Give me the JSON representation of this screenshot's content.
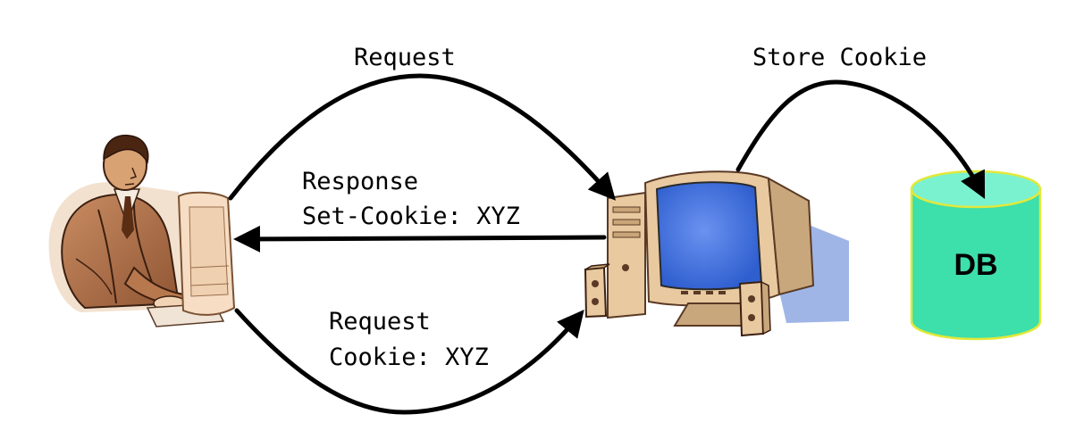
{
  "labels": {
    "request_top": "Request",
    "store_cookie": "Store Cookie",
    "response_line1": "Response",
    "response_line2": "Set-Cookie: XYZ",
    "request_bottom_line1": "Request",
    "request_bottom_line2": "Cookie: XYZ"
  },
  "database": {
    "label": "DB"
  },
  "icons": {
    "client": "person-at-computer-icon",
    "server": "desktop-computer-icon",
    "database": "database-cylinder-icon"
  },
  "colors": {
    "arrow": "#000000",
    "db_fill": "#3ddfab",
    "db_top": "#7af2cf",
    "db_outline": "#e2e83a",
    "monitor_screen": "#4a7ae6",
    "computer_beige": "#e8c9a0",
    "shadow_blue": "#9fb5e6"
  }
}
